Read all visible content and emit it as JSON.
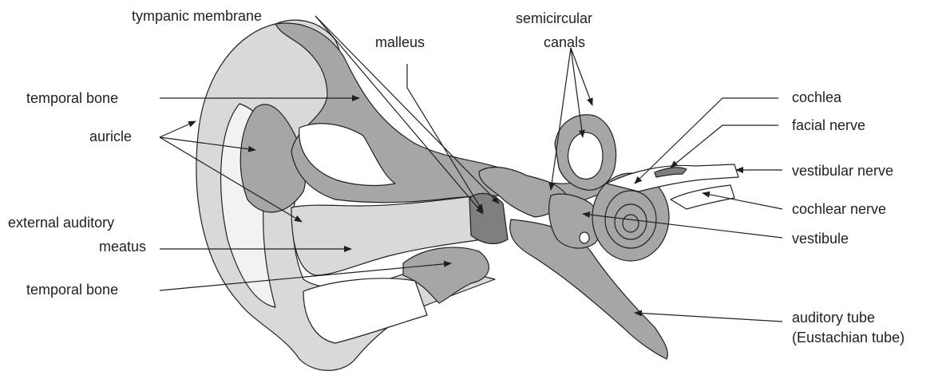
{
  "colors": {
    "outline": "#231f20",
    "light_fill": "#d9d9d9",
    "mid_fill": "#a6a6a6",
    "dark_fill": "#7f7f7f",
    "white": "#ffffff"
  },
  "labels": {
    "tympanic_membrane": "tympanic membrane",
    "malleus": "malleus",
    "semicircular_canals_1": "semicircular",
    "semicircular_canals_2": "canals",
    "temporal_bone_top": "temporal bone",
    "auricle": "auricle",
    "external_auditory_meatus_1": "external auditory",
    "external_auditory_meatus_2": "meatus",
    "temporal_bone_bottom": "temporal bone",
    "cochlea": "cochlea",
    "facial_nerve": "facial nerve",
    "vestibular_nerve": "vestibular nerve",
    "cochlear_nerve": "cochlear nerve",
    "vestibule": "vestibule",
    "auditory_tube_1": "auditory tube",
    "auditory_tube_2": "(Eustachian tube)"
  }
}
